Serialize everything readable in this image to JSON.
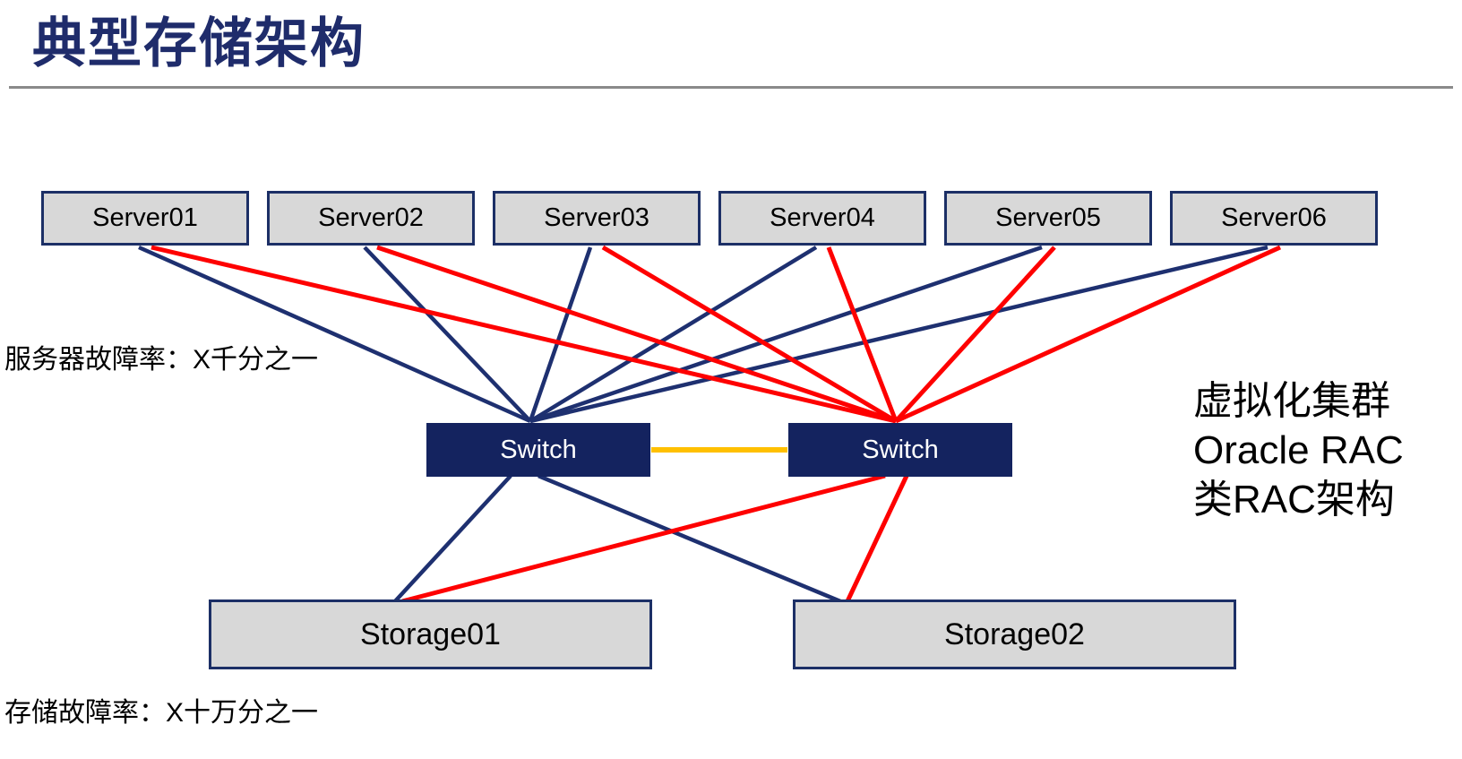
{
  "title": "典型存储架构",
  "annotations": {
    "server_failure_rate": "服务器故障率：X千分之一",
    "storage_failure_rate": "存储故障率：X十万分之一",
    "right_note": [
      "虚拟化集群",
      "Oracle RAC",
      "类RAC架构"
    ]
  },
  "nodes": {
    "servers": [
      "Server01",
      "Server02",
      "Server03",
      "Server04",
      "Server05",
      "Server06"
    ],
    "switches": [
      "Switch",
      "Switch"
    ],
    "storages": [
      "Storage01",
      "Storage02"
    ]
  },
  "links": [
    {
      "from": "Server01",
      "to": "Switch-A",
      "color": "navy"
    },
    {
      "from": "Server02",
      "to": "Switch-A",
      "color": "navy"
    },
    {
      "from": "Server03",
      "to": "Switch-A",
      "color": "navy"
    },
    {
      "from": "Server04",
      "to": "Switch-A",
      "color": "navy"
    },
    {
      "from": "Server05",
      "to": "Switch-A",
      "color": "navy"
    },
    {
      "from": "Server06",
      "to": "Switch-A",
      "color": "navy"
    },
    {
      "from": "Server01",
      "to": "Switch-B",
      "color": "red"
    },
    {
      "from": "Server02",
      "to": "Switch-B",
      "color": "red"
    },
    {
      "from": "Server03",
      "to": "Switch-B",
      "color": "red"
    },
    {
      "from": "Server04",
      "to": "Switch-B",
      "color": "red"
    },
    {
      "from": "Server05",
      "to": "Switch-B",
      "color": "red"
    },
    {
      "from": "Server06",
      "to": "Switch-B",
      "color": "red"
    },
    {
      "from": "Switch-A",
      "to": "Switch-B",
      "color": "orange"
    },
    {
      "from": "Switch-A",
      "to": "Storage01",
      "color": "navy"
    },
    {
      "from": "Switch-A",
      "to": "Storage02",
      "color": "navy"
    },
    {
      "from": "Switch-B",
      "to": "Storage01",
      "color": "red"
    },
    {
      "from": "Switch-B",
      "to": "Storage02",
      "color": "red"
    }
  ],
  "colors": {
    "title_navy": "#1F2C6B",
    "box_border_navy": "#1C2F66",
    "switch_fill_navy": "#14235F",
    "link_navy": "#1E3070",
    "link_red": "#FE0000",
    "link_orange": "#FFC000",
    "node_fill_gray": "#D8D8D8",
    "divider_gray": "#8A8A8A"
  }
}
